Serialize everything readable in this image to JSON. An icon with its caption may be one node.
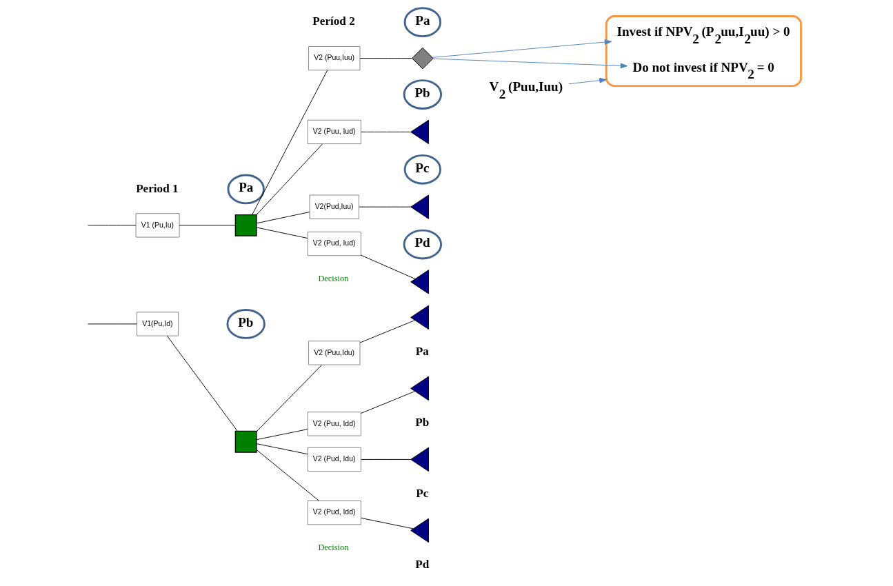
{
  "diagram": {
    "nodes": [
      {
        "text": [
          "V1 (Pu,Iu)"
        ]
      },
      {
        "text": [
          "Pa"
        ]
      },
      {
        "text": [],
        "shape": "box"
      },
      {
        "text": [
          "V2 (Puu,Iuu)"
        ]
      },
      {
        "text": [
          "V2 (Puu, Iud)"
        ]
      },
      {
        "text": [
          "V2(Pud,Iuu)"
        ]
      },
      {
        "text": [
          "V2 (Pud, Iud)"
        ]
      },
      {
        "text": [
          "Pa"
        ]
      },
      {
        "text": [],
        "shape": "diamond"
      },
      {
        "text": [
          "Pb"
        ]
      },
      {
        "text": [],
        "shape": "triangle"
      },
      {
        "text": [
          "Pc"
        ]
      },
      {
        "text": [],
        "shape": "triangle"
      },
      {
        "text": [
          "Pd"
        ]
      },
      {
        "text": [],
        "shape": "triangle"
      },
      {
        "text": [],
        "shape": "ellipse"
      },
      {
        "text": [
          "Invest if NPV$_{2}$ (P$_{2}$uu,I$_{2}$uu) > 0"
        ],
        "in": 15
      },
      {
        "text": [
          "Do not invest if NPV$_{2}$ = 0"
        ],
        "in": 15
      },
      {
        "text": [
          "V$_{2}$ (Puu,Iuu)"
        ]
      },
      {
        "text": [
          "V1(Pu,Id)"
        ]
      },
      {
        "text": [
          "Pb"
        ]
      },
      {
        "text": [],
        "shape": "box"
      },
      {
        "text": [
          "V2 (Puu,Idu)"
        ]
      },
      {
        "text": [
          "V2 (Puu, Idd)"
        ]
      },
      {
        "text": [
          "V2 (Pud, Idu)"
        ]
      },
      {
        "text": [
          "V2 (Pud, Idd)"
        ]
      },
      {
        "text": [],
        "shape": "triangle"
      },
      {
        "text": [],
        "shape": "triangle"
      },
      {
        "text": [],
        "shape": "triangle"
      },
      {
        "text": [],
        "shape": "triangle"
      }
    ],
    "edges": [
      {
        "from": null,
        "to": 0,
        "arrow": "none"
      },
      {
        "from": 0,
        "to": 2,
        "arrow": "none"
      },
      {
        "from": 2,
        "to": 3,
        "arrow": "none"
      },
      {
        "from": 2,
        "to": 4,
        "arrow": "none"
      },
      {
        "from": 2,
        "to": 5,
        "arrow": "none"
      },
      {
        "from": 2,
        "to": 6,
        "arrow": "none"
      },
      {
        "from": 3,
        "to": 8,
        "arrow": "none"
      },
      {
        "from": 4,
        "to": 10,
        "arrow": "none"
      },
      {
        "from": 5,
        "to": 12,
        "arrow": "none"
      },
      {
        "from": 6,
        "to": 14,
        "arrow": "none"
      },
      {
        "from": 8,
        "to": 16,
        "arrow": "to",
        "color": "#4f81bd"
      },
      {
        "from": 8,
        "to": 17,
        "arrow": "to",
        "color": "#4f81bd"
      },
      {
        "from": 18,
        "to": 15,
        "arrow": "to",
        "color": "#4f81bd"
      },
      {
        "from": null,
        "to": 19,
        "arrow": "none"
      },
      {
        "from": 19,
        "to": 21,
        "arrow": "none"
      },
      {
        "from": 21,
        "to": 22,
        "arrow": "none"
      },
      {
        "from": 21,
        "to": 23,
        "arrow": "none"
      },
      {
        "from": 21,
        "to": 24,
        "arrow": "none"
      },
      {
        "from": 21,
        "to": 25,
        "arrow": "none"
      },
      {
        "from": 22,
        "to": 26,
        "arrow": "none"
      },
      {
        "from": 23,
        "to": 27,
        "arrow": "none"
      },
      {
        "from": 24,
        "to": 28,
        "arrow": "none"
      },
      {
        "from": 25,
        "to": 29,
        "arrow": "none"
      }
    ],
    "labels": [
      "Period 1",
      "Períod 2",
      "Decision",
      "Decision",
      "Pa",
      "Pb",
      "Pc",
      "Pd"
    ]
  }
}
